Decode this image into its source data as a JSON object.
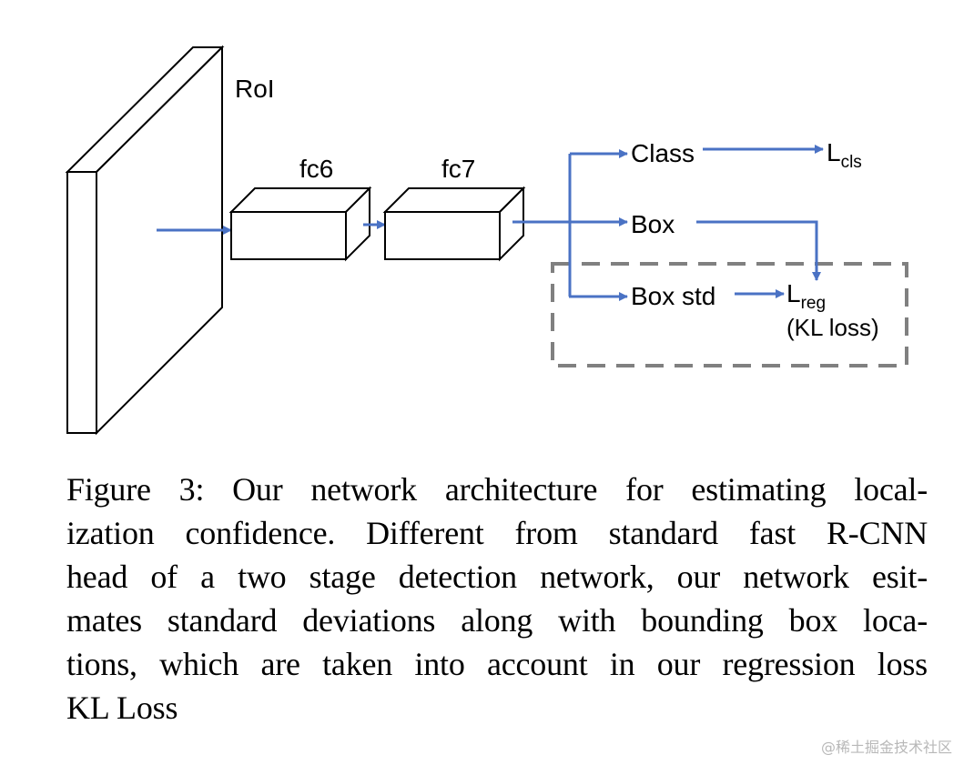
{
  "diagram": {
    "labels": {
      "roi": "RoI",
      "fc6": "fc6",
      "fc7": "fc7",
      "class": "Class",
      "box": "Box",
      "box_std": "Box std",
      "l_cls_main": "L",
      "l_cls_sub": "cls",
      "l_reg_main": "L",
      "l_reg_sub": "reg",
      "kl_loss": "(KL loss)"
    },
    "colors": {
      "arrow": "#4a72c4",
      "outline": "#000000",
      "dashed_box": "#808080"
    }
  },
  "caption": {
    "lines": [
      "Figure 3:  Our network architecture for estimating local-",
      "ization confidence.  Different from standard fast R-CNN",
      "head of a two stage detection network, our network esit-",
      "mates standard deviations along with bounding box loca-",
      "tions, which are taken into account in our regression loss",
      "KL Loss"
    ]
  },
  "watermark": "@稀土掘金技术社区"
}
